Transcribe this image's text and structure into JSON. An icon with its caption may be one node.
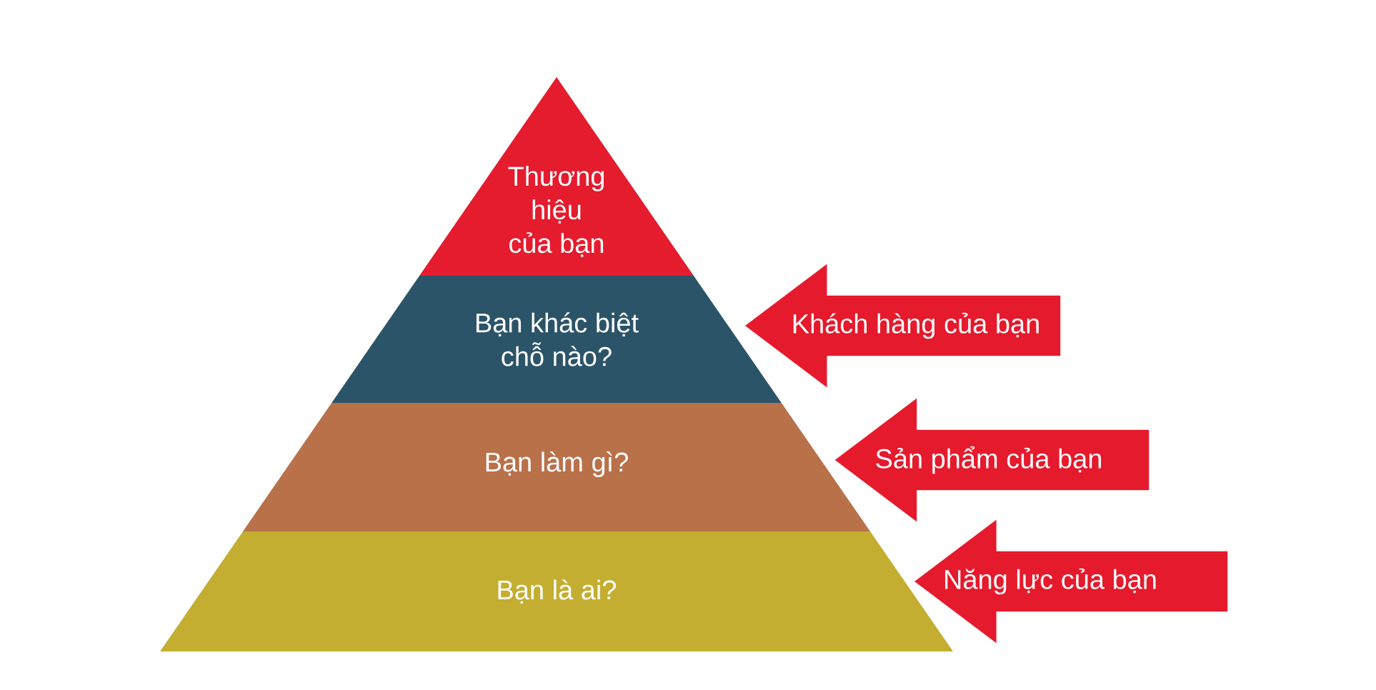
{
  "diagram": {
    "nodes": [
      {
        "text": [
          "Thương hiệu của bạn"
        ]
      },
      {
        "text": [
          "Bạn khác biệt chỗ nào?"
        ]
      },
      {
        "text": [
          "Bạn làm gì?"
        ]
      },
      {
        "text": [
          "Bạn là ai?"
        ]
      }
    ],
    "edges": [
      {
        "from": null,
        "to": 1,
        "arrow": "to",
        "label": "Khách hàng của bạn"
      },
      {
        "from": null,
        "to": 2,
        "arrow": "to",
        "label": "Sản phẩm của bạn"
      },
      {
        "from": null,
        "to": 3,
        "arrow": "to",
        "label": "Năng lực của bạn"
      }
    ]
  }
}
